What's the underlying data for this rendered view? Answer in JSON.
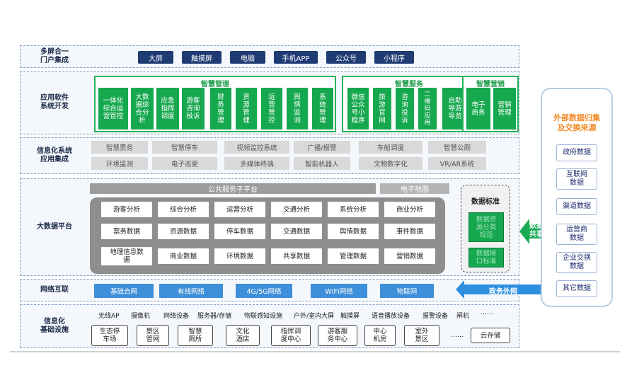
{
  "layers": {
    "portal": {
      "label": "多屏合一\n门户集成",
      "items": [
        "大屏",
        "触摸屏",
        "电脑",
        "手机APP",
        "公众号",
        "小程序"
      ]
    },
    "apps": {
      "label": "应用软件\n系统开发",
      "groups": [
        {
          "title": "智慧管理",
          "items": [
            "一体化\n综合运\n营管控",
            "大数\n据综\n合分\n析",
            "应急\n指挥\n调度",
            "游客\n咨询\n投诉",
            "财\n务\n管\n理",
            "资\n源\n管\n理",
            "运\n营\n管\n控",
            "舆\n情\n监\n测",
            "系\n统\n管\n理"
          ]
        },
        {
          "title": "智慧服务",
          "items": [
            "微信\n公众\n号小\n程序",
            "旅\n游\n官\n网",
            "咨\n询\n投\n诉",
            "二\n维\n码\n应\n用",
            "自助\n导游\n导览"
          ]
        },
        {
          "title": "智慧营销",
          "items": [
            "电子\n商务",
            "营销\n管理"
          ]
        }
      ]
    },
    "integration": {
      "label": "信息化系统\n应用集成",
      "row1": [
        "智慧票务",
        "智慧停车",
        "视频监控系统",
        "广播/报警",
        "车船调度",
        "智慧公厕"
      ],
      "row2": [
        "环境监测",
        "电子巡更",
        "多媒体终端",
        "智能机器人",
        "文物数字化",
        "VR/AR系统"
      ]
    },
    "bigdata": {
      "label": "大数据平台",
      "public_service": "公共服务子平台",
      "e_map": "电子地图",
      "grid": [
        [
          "游客分析",
          "综合分析",
          "运营分析",
          "交通分析",
          "系统分析",
          "商业分析"
        ],
        [
          "票务数据",
          "资源数据",
          "停车数据",
          "交通数据",
          "舆情数据",
          "事件数据"
        ],
        [
          "地理信息数\n据",
          "商业数据",
          "环境数据",
          "共享数据",
          "管理数据",
          "营销数据"
        ]
      ],
      "standard": {
        "title": "数据标准",
        "items": [
          "数据资\n源分类\n规范",
          "数据接\n口标准"
        ]
      }
    },
    "network": {
      "label": "网络互联",
      "items": [
        "基础合网",
        "有线网络",
        "4G/5G网络",
        "WIFI网络",
        "物联网"
      ]
    },
    "infra": {
      "label": "信息化\n基础设施",
      "row1": [
        "无线AP",
        "摄像机",
        "网络设备",
        "服务器/存储",
        "物联感知设施",
        "户外/室内大屏",
        "触摸屏",
        "语音播放设备",
        "报警设备",
        "闸机",
        "……"
      ],
      "row2": [
        "生态停\n车场",
        "景区\n管网",
        "智慧\n厕所",
        "文化\n酒店",
        "指挥调\n度中心",
        "游客服\n务中心",
        "中心\n机房",
        "室外\n景区",
        "……",
        "云存储"
      ]
    }
  },
  "arrows": {
    "data_share": "数据\n共享",
    "gov_net": "政务外网"
  },
  "external": {
    "title": "外部数据归集\n及交换来源",
    "items": [
      "政府数据",
      "互联网\n数据",
      "渠道数据",
      "运营商\n数据",
      "企业交换\n数据",
      "其它数据"
    ]
  },
  "colors": {
    "navy": "#1f3b73",
    "green": "#16a84f",
    "gray": "#8e8e8e",
    "blue": "#3d8fd9",
    "accent_orange": "#f08a24"
  }
}
